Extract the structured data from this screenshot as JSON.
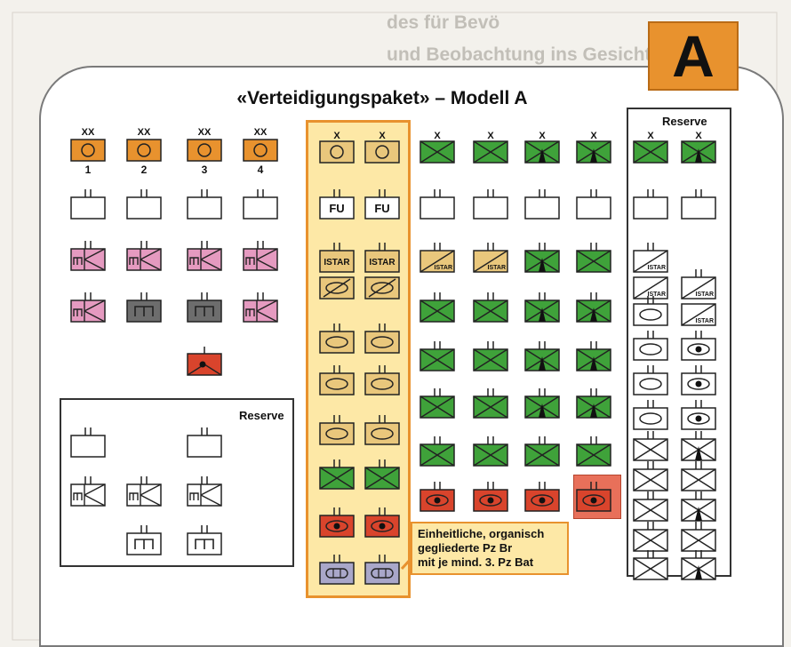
{
  "badge": "A",
  "title": "«Verteidigungspaket» – Modell A",
  "reserve_left_label": "Reserve",
  "reserve_right_label": "Reserve",
  "callout": [
    "Einheitliche, organisch",
    "gegliederte Pz Br",
    "mit je mind. 3. Pz Bat"
  ],
  "divisions": [
    {
      "echelon": "XX",
      "number": "1"
    },
    {
      "echelon": "XX",
      "number": "2"
    },
    {
      "echelon": "XX",
      "number": "3"
    },
    {
      "echelon": "XX",
      "number": "4"
    }
  ],
  "brigade_echelon": "X",
  "unit_tags": {
    "fu": "FU",
    "istar": "ISTAR"
  },
  "colors": {
    "orange": "#e8922e",
    "tan": "#e9c77c",
    "green": "#3fa23a",
    "red": "#d9442c",
    "pink": "#e59ac0",
    "gray": "#6d6d6d",
    "lavender": "#a9a7c9",
    "white": "#ffffff",
    "highlight": "#e8705a"
  },
  "background_text": "des für Bevö\nund Beobachtung ins Gesicht ge\nfen, die er Ende Mai sich\nen zu sprechen kam. Gerade\ndie die\nkkredit von 38 Millionen Franken\nnrch\nion mit dem neuen Funksystem\nmpo\nel mit den alten Geräten aus\nste\nallen in Schwarz an Bord\nge"
}
